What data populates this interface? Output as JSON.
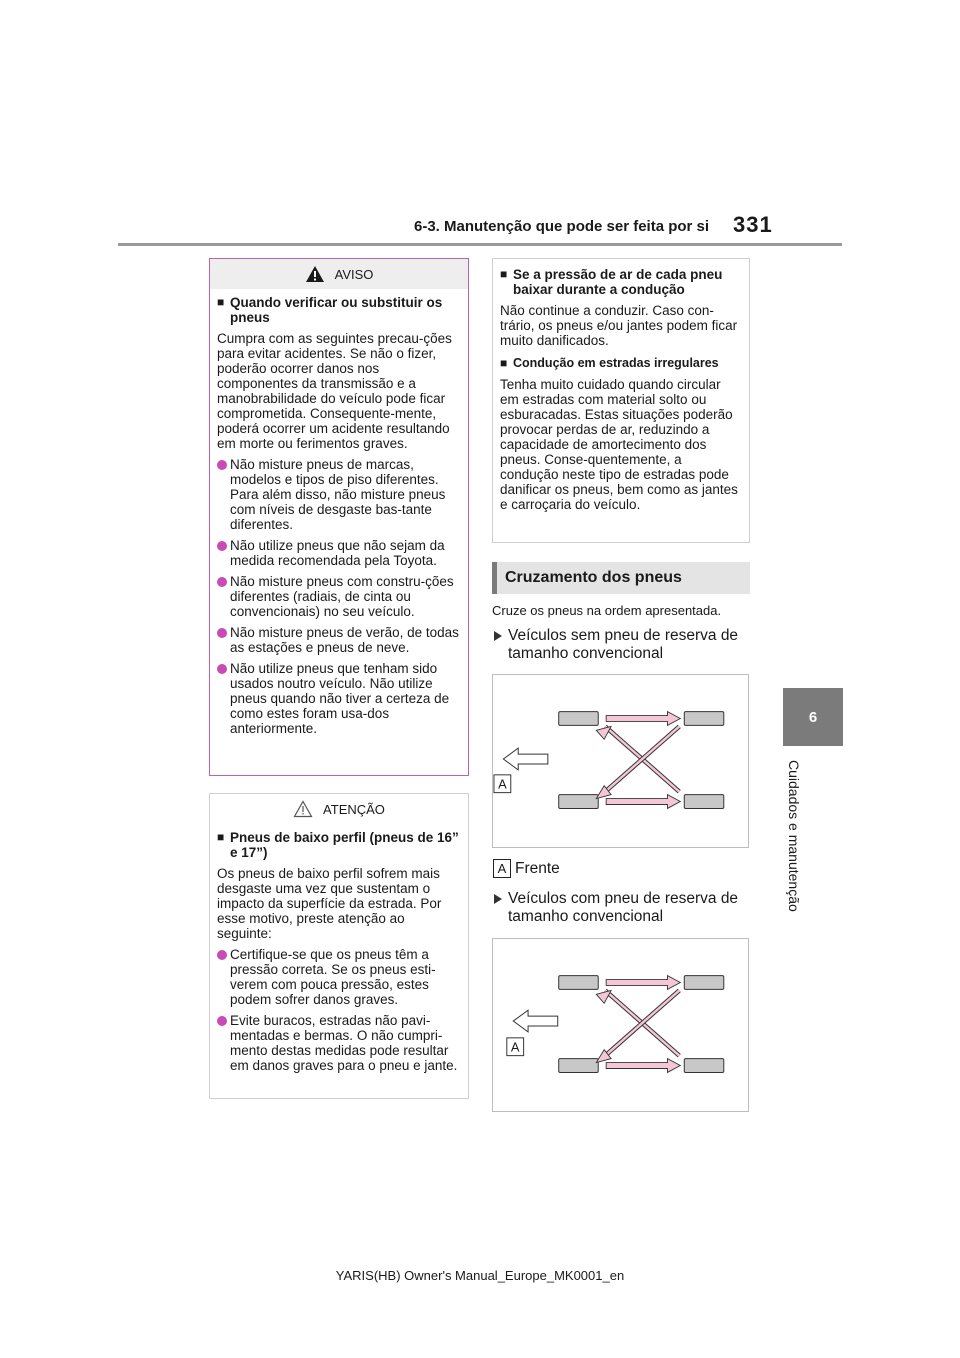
{
  "header": {
    "title": "6-3. Manutenção que pode ser feita por si",
    "page_number": "331"
  },
  "side_tab": {
    "number": "6",
    "label": "Cuidados e manutenção"
  },
  "footer": "YARIS(HB) Owner's Manual_Europe_MK0001_en",
  "warning_box": {
    "heading": "AVISO",
    "section_title": "Quando verificar ou substituir os pneus",
    "intro": "Cumpra com as seguintes precau-ções para evitar acidentes. Se não o fizer, poderão ocorrer danos nos componentes da transmissão e a manobrabilidade do veículo pode ficar comprometida. Consequente-mente, poderá ocorrer um acidente resultando em morte ou ferimentos graves.",
    "bullets": [
      "Não misture pneus de marcas, modelos e tipos de piso diferentes. Para além disso, não misture pneus com níveis de desgaste bas-tante diferentes.",
      "Não utilize pneus que não sejam da medida recomendada pela Toyota.",
      "Não misture pneus com constru-ções diferentes (radiais, de cinta ou convencionais) no seu veículo.",
      "Não misture pneus de verão, de todas as estações e pneus de neve.",
      "Não utilize pneus que tenham sido usados noutro veículo. Não utilize pneus quando não tiver a certeza de como estes foram usa-dos anteriormente."
    ]
  },
  "caution_box": {
    "heading": "ATENÇÃO",
    "section_title": "Pneus de baixo perfil (pneus de 16” e 17”)",
    "intro": "Os pneus de baixo perfil sofrem mais desgaste uma vez que sustentam o impacto da superfície da estrada. Por esse motivo, preste atenção ao seguinte:",
    "bullets": [
      "Certifique-se que os pneus têm a pressão correta. Se os pneus esti-verem com pouca pressão, estes podem sofrer danos graves.",
      "Evite buracos, estradas não pavi-mentadas e bermas. O não cumpri-mento destas medidas pode resultar em danos graves para o pneu e jante."
    ]
  },
  "right_box": {
    "section1_title": "Se a pressão de ar de cada pneu baixar durante a condução",
    "section1_text": "Não continue a conduzir. Caso con-trário, os pneus e/ou jantes podem ficar muito danificados.",
    "section2_title": "Condução em estradas irregulares",
    "section2_text": "Tenha muito cuidado quando circular em estradas com material solto ou esburacadas. Estas situações poderão provocar perdas de ar, reduzindo a capacidade de amortecimento dos pneus. Conse-quentemente, a condução neste tipo de estradas pode danificar os pneus, bem como as jantes e carroçaria do veículo."
  },
  "rotation": {
    "heading": "Cruzamento dos pneus",
    "intro": "Cruze os pneus na ordem apresentada.",
    "item1": "Veículos sem pneu de reserva de tamanho convencional",
    "item2": "Veículos com pneu de reserva de tamanho convencional",
    "label_a": "A",
    "legend_a": "Frente"
  },
  "colors": {
    "accent": "#c94bb6",
    "arrow_fill": "#f4c6d6",
    "tire_fill": "#c8c8c8"
  }
}
